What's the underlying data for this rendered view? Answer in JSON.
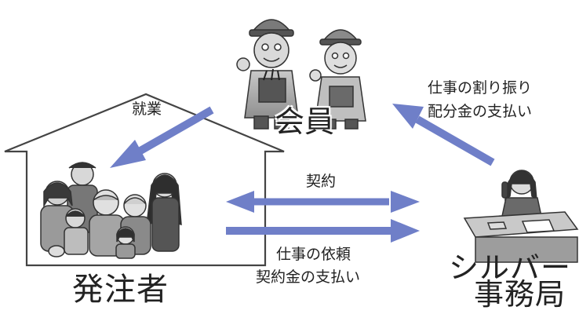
{
  "nodes": {
    "members": {
      "label": "会員"
    },
    "client": {
      "label": "発注者"
    },
    "office": {
      "label_line1": "シルバー",
      "label_line2": "事務局"
    }
  },
  "edges": {
    "work": {
      "label": "就業"
    },
    "contract": {
      "label": "契約"
    },
    "request": {
      "line1": "仕事の依頼",
      "line2": "契約金の支払い"
    },
    "assign": {
      "line1": "仕事の割り振り",
      "line2": "配分金の支払い"
    }
  },
  "colors": {
    "arrow": "#6f7fc8",
    "outline": "#555555",
    "figure_fill": "#a9a9a9",
    "figure_dark": "#4a4a4a"
  },
  "icons": [
    "worker-couple-illustration",
    "family-illustration",
    "office-clerk-illustration",
    "house-outline-icon"
  ]
}
